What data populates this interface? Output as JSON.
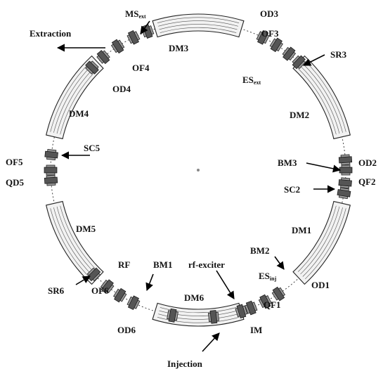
{
  "labels": {
    "ms": "MS",
    "ms_sub": "ext",
    "od3": "OD3",
    "of3": "OF3",
    "sr3": "SR3",
    "es": "ES",
    "es_sub": "ext",
    "extraction": "Extraction",
    "dm3": "DM3",
    "of4": "OF4",
    "od4": "OD4",
    "dm4": "DM4",
    "dm2": "DM2",
    "sc5": "SC5",
    "of5": "OF5",
    "qd5": "QD5",
    "bm3": "BM3",
    "od2": "OD2",
    "sc2": "SC2",
    "qf2": "QF2",
    "dm5": "DM5",
    "dm1": "DM1",
    "rf": "RF",
    "bm1": "BM1",
    "rf_exciter": "rf-exciter",
    "bm2": "BM2",
    "esinj": "ES",
    "esinj_sub": "inj",
    "sr6": "SR6",
    "of6": "OF6",
    "dm6": "DM6",
    "od1": "OD1",
    "qf1": "QF1",
    "od6": "OD6",
    "im": "IM",
    "injection": "Injection"
  }
}
